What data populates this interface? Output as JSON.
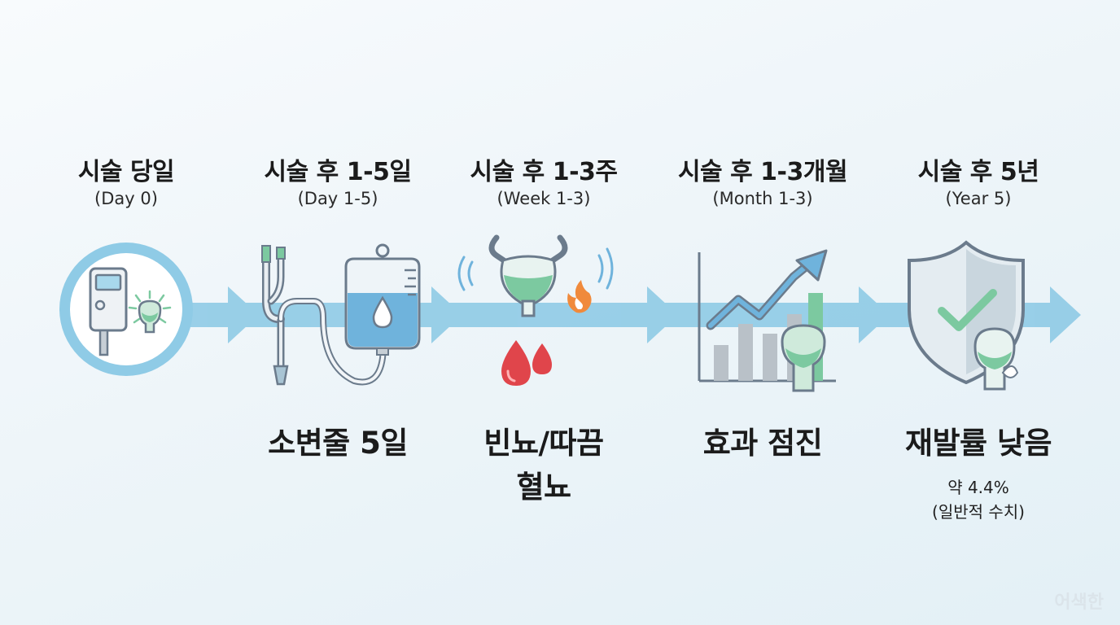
{
  "stages": [
    {
      "title": "시술 당일",
      "subtitle": "(Day 0)",
      "icon": "clinic-device-prostate-icon"
    },
    {
      "title": "시술 후 1-5일",
      "subtitle": "(Day 1-5)",
      "icon": "catheter-iv-bag-icon",
      "caption": "소변줄 5일"
    },
    {
      "title": "시술 후 1-3주",
      "subtitle": "(Week 1-3)",
      "icon": "irritated-bladder-blood-icon",
      "caption_lines": [
        "빈뇨/따끔",
        "혈뇨"
      ]
    },
    {
      "title": "시술 후 1-3개월",
      "subtitle": "(Month 1-3)",
      "icon": "improvement-chart-icon",
      "caption": "효과 점진"
    },
    {
      "title": "시술 후 5년",
      "subtitle": "(Year 5)",
      "icon": "shield-check-prostate-icon",
      "caption": "재발률 낮음",
      "note_lines": [
        "약 4.4%",
        "(일반적 수치)"
      ]
    }
  ],
  "watermark": "어색한",
  "colors": {
    "arrow": "#8fcbe6",
    "outline": "#6b7b8c",
    "green": "#7cc9a0",
    "blue": "#4a9fd0",
    "red": "#e0454b",
    "orange": "#f08a3c",
    "bar": "#b9c1c8"
  }
}
